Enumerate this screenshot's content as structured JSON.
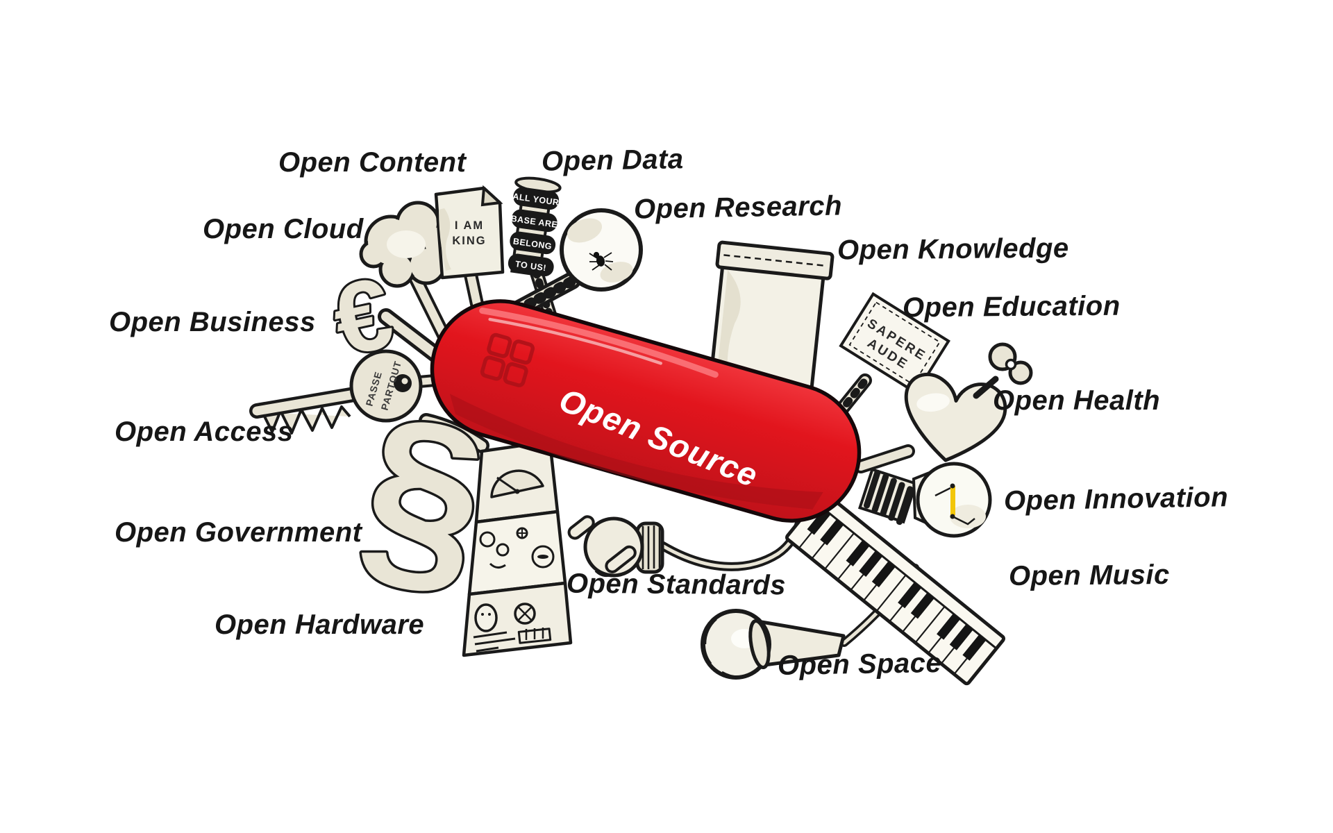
{
  "illustration": {
    "title": "Open Source",
    "knife_text": "Open Source",
    "concept_labels": {
      "content": "Open Content",
      "data": "Open Data",
      "research": "Open Research",
      "cloud": "Open Cloud",
      "knowledge": "Open Knowledge",
      "education": "Open Education",
      "business": "Open Business",
      "health": "Open Health",
      "access": "Open Access",
      "innovation": "Open Innovation",
      "government": "Open Government",
      "music": "Open Music",
      "standards": "Open Standards",
      "hardware": "Open Hardware",
      "space": "Open Space"
    },
    "doodles": {
      "document": [
        "I AM",
        "KING"
      ],
      "rings": [
        "ALL YOUR",
        "BASE ARE",
        "BELONG",
        "TO US!"
      ],
      "sign": [
        "SAPERE",
        "AUDE"
      ],
      "key": [
        "PASSE",
        "PARTOUT"
      ],
      "euro_symbol": "€",
      "section_symbol": "§"
    },
    "colors": {
      "knife_red": "#e2151d",
      "knife_red_dark": "#a80f16",
      "ink": "#1a1a1a",
      "cream": "#e9e5d6",
      "paper_white": "#f9f8f2",
      "filament_yellow": "#f2c60a",
      "background": "#ffffff"
    }
  }
}
